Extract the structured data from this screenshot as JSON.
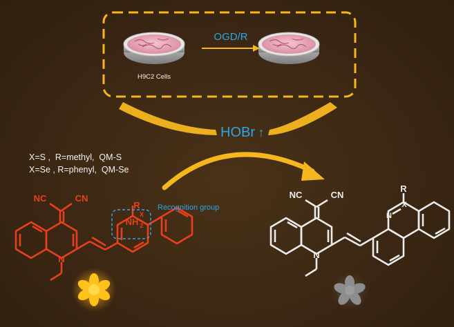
{
  "top_box": {
    "cells_label": "H9C2 Cells",
    "arrow_label": "OGD/R"
  },
  "center_label": "HOBr",
  "up_arrow_glyph": "↑",
  "definitions": [
    "X=S ,  R=methyl,  QM-S",
    "X=Se , R=phenyl,  QM-Se"
  ],
  "recognition_label": "Recognition group",
  "probe_labels": {
    "nc_left": "NC",
    "cn_right": "CN",
    "n": "N",
    "r": "R",
    "nh2": "NH",
    "sub2": "2",
    "x": "X"
  },
  "product_labels": {
    "nc_left": "NC",
    "cn_right": "CN",
    "n": "N",
    "r": "R",
    "n_ring": "N",
    "x": "X"
  },
  "colors": {
    "background": "#3b2713",
    "accent_yellow": "#f5b61e",
    "probe_red": "#e8401c",
    "label_blue": "#2fa5e3",
    "product_white": "#ececec",
    "text_light": "#f2f2f2"
  }
}
